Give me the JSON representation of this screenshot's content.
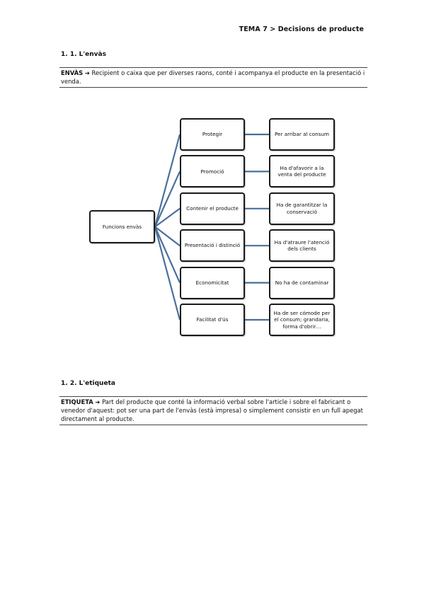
{
  "header": {
    "title": "TEMA 7 > Decisions de producte"
  },
  "section1": {
    "title": "1. 1. L'envàs",
    "term": "ENVÀS",
    "arrow": "➔",
    "definition": " Recipient o caixa que per diverses raons, conté i acompanya el producte en la presentació i venda."
  },
  "diagram": {
    "root": "Funcions envàs",
    "functions": [
      "Protegir",
      "Promoció",
      "Contenir el producte",
      "Presentació i distinció",
      "Economicitat",
      "Facilitat d'ús"
    ],
    "details": [
      "Per arribar al consum",
      "Ha d'afavorir a la venta del producte",
      "Ha de garantitzar la conservació",
      "Ha d'atraure l'atenció dels clients",
      "No ha de contaminar",
      "Ha de ser cómode per el consum; grandaria, forma d'obrir…"
    ],
    "connector_color": "#4a6f9c"
  },
  "section2": {
    "title": "1. 2. L'etiqueta",
    "term": "ETIQUETA",
    "arrow": "➔",
    "definition": " Part del producte que conté la informació verbal sobre l'article i sobre el fabricant o venedor d'aquest: pot ser una part de l'envàs (està impresa) o simplement consistir en un full apegat directament al producte."
  }
}
